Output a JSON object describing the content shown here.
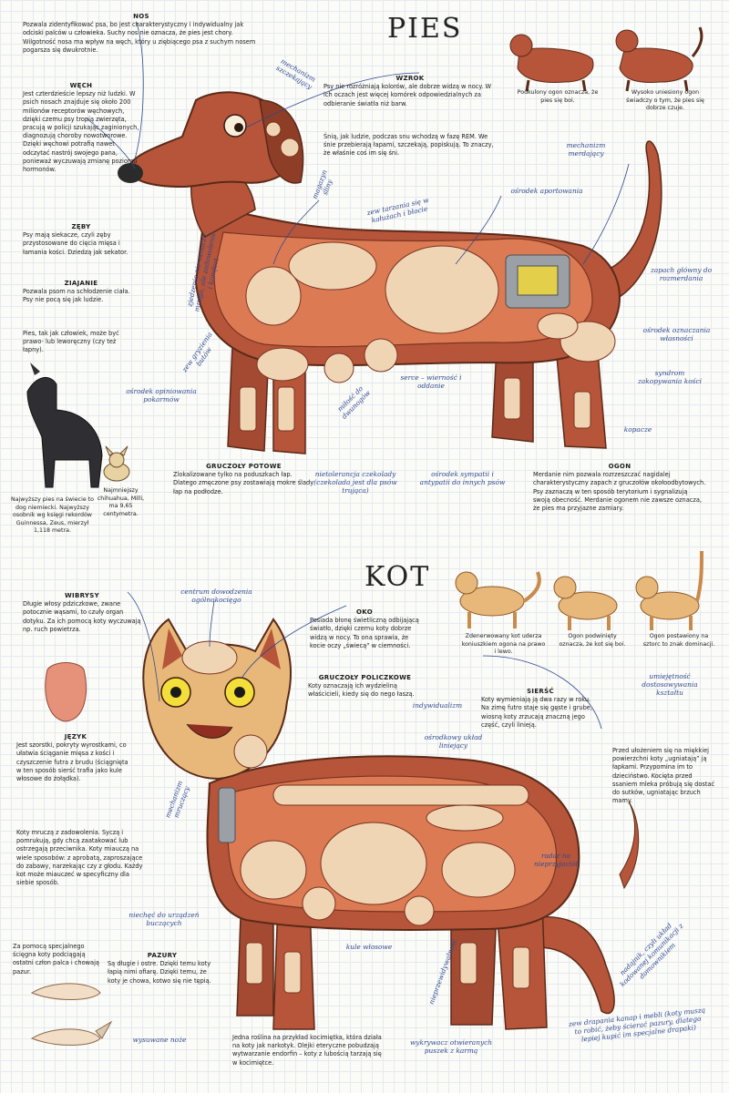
{
  "dog": {
    "title": "PIES",
    "notes": {
      "nos_title": "NOS",
      "nos_body": "Pozwala zidentyfikować psa, bo jest charakterystyczny i indywidualny jak odciski palców u człowieka. Suchy nos nie oznacza, że pies jest chory. Wilgotność nosa ma wpływ na węch, który u ziębiącego psa z suchym nosem pogarsza się dwukrotnie.",
      "wech_title": "WĘCH",
      "wech_body": "Jest czterdzieście lepszy niż ludzki. W psich nosach znajduje się około 200 milionów receptorów węchowych, dzięki czemu psy tropią zwierzęta, pracują w policji szukając zaginionych, diagnozują choroby nowotworowe. Dzięki węchowi potrafią nawet odczytać nastrój swojego pana, ponieważ wyczuwają zmianę poziomu hormonów.",
      "zeby_title": "ZĘBY",
      "zeby_body": "Psy mają siekacze, czyli zęby przystosowane do cięcia mięsa i łamania kości. Dziedzą jak sekator.",
      "ziajanie_title": "ZIAJANIE",
      "ziajanie_body": "Pozwala psom na schłodzenie ciała. Psy nie pocą się jak ludzie.",
      "teeth_vision": "Pies, tak jak człowiek, może być prawo- lub leworęczny (czy też łapny).",
      "wzrok_title": "WZROK",
      "wzrok_body": "Psy nie rozróżniają kolorów, ale dobrze widzą w nocy. W ich oczach jest więcej komórek odpowiedzialnych za odbieranie światła niż barw.",
      "sen_body": "Śnią, jak ludzie, podczas snu wchodzą w fazę REM. We śnie przebierają łapami, szczekają, popiskują. To znaczy, że właśnie coś im się śni.",
      "gruczoly_title": "GRUCZOŁY POTOWE",
      "gruczoly_body": "Zlokalizowane tylko na poduszkach łap. Dlatego zmęczone psy zostawiają mokre ślady łap na podłodze.",
      "ogon_title": "OGON",
      "ogon_body": "Merdanie nim pozwala rozrzeszczać nagidalej charakterystyczny zapach z gruczołów okołoodbytowych. Psy zaznaczą w ten sposób terytorium i sygnalizują swoją obecność. Merdanie ogonem nie zawsze oznacza, że pies ma przyjazne zamiary.",
      "tail_up": "Podkulony ogon oznacza, że pies się boi.",
      "tail_down": "Wysoko uniesiony ogon świadczy o tym, że pies się dobrze czuje.",
      "big_dog": "Najwyższy pies na świecie to dog niemiecki. Najwyższy osobnik wg księgi rekordów Guinnessa, Zeus, mierzył 1,118 metra.",
      "small_dog": "Najmniejszy chihuahua, Milli, ma 9,65 centymetra."
    },
    "labels": {
      "mechanizm_szczekajacy": "mechanizm szczekający",
      "magazyn_sliny": "magazyn śliny",
      "zew_tarzania": "zew tarzania się w kałużach i błocie",
      "osrodek_aportowania": "ośrodek aportowania",
      "mechanizm_merdajacy": "mechanizm merdający",
      "zapach_glowny": "zapach główny do rozmerdania",
      "osrodek_wlasnosci": "ośrodek oznaczania własności",
      "syndrom_kosci": "syndrom zakopywania kości",
      "kopacze": "kopacze",
      "zjedzenie": "zjedzenie nie oznacza mruga, ale zadowolenie i komfort",
      "zew_gryzienia": "zew gryzienia butów",
      "osrodek_opiniowania": "ośrodek opiniowania pokarmów",
      "serce": "serce – wierność i oddanie",
      "milosc": "miłość do dwunogów",
      "nietolerancja": "nietolerancja czekolady (czekolada jest dla psów trująca)",
      "osrodek_sympatii": "ośrodek sympatii i antypatii do innych psów"
    }
  },
  "cat": {
    "title": "KOT",
    "notes": {
      "wibrysy_title": "WIBRYSY",
      "wibrysy_body": "Długie włosy pdziczkowe, zwane potocznie wąsami, to czuły organ dotyku. Za ich pomocą koty wyczuwają np. ruch powietrza.",
      "jezyk_title": "JĘZYK",
      "jezyk_body": "Jest szorstki, pokryty wyrostkami, co ułatwia ściąganie mięsa z kości i czyszczenie futra z brudu (ściągnięta w ten sposób sierść trafia jako kule włosowe do żołądka).",
      "mruczenie": "Koty mruczą z zadowolenia. Syczą i pomrukują, gdy chcą zaatakować lub ostrzegają przeciwnika. Koty miauczą na wiele sposobów: z aprobatą, zaproszające do zabawy, narzekając czy z głodu. Każdy kot może miauczeć w specyficzny dla siebie sposób.",
      "oko_title": "OKO",
      "oko_body": "Posiada błonę świetliczną odbijającą światło, dzięki czemu koty dobrze widzą w nocy. To ona sprawia, że kocie oczy „świecą” w ciemności.",
      "policzkowe_title": "GRUCZOŁY POLICZKOWE",
      "policzkowe_body": "Koty oznaczają ich wydzieliną właścicieli, kiedy się do nego łaszą.",
      "siersc_title": "SIERŚĆ",
      "siersc_body": "Koty wymieniają ją dwa razy w roku. Na zimę futro staje się gęste i grube, wiosną koty zrzucają znaczną jego część, czyli linieją.",
      "ugniatanie": "Przed ułożeniem się na miękkiej powierzchni koty „ugniatają” ją łapkami. Przypomina im to dzieciństwo. Kocięta przed ssaniem mleka próbują się dostać do sutków, ugniatając brzuch mamy.",
      "pazury_title": "PAZURY",
      "pazury_body": "Są długie i ostre. Dzięki temu koty łapią nimi ofiarę. Dzięki temu, że koty je chowa, kotwo się nie tępią.",
      "pazury_left": "Za pomocą specjalnego ścięgna koty podciągają ostatni człon palca i chowają pazur.",
      "kocimietka": "Jedna roślina na przykład kocimiętka, która działa na koty jak narkotyk. Olejki eteryczne pobudzają wytwarzanie endorfin – koty z lubością tarzają się w kocimiętce.",
      "tail_front": "Zdenerwowany kot uderza koniuszkiem ogona na prawo i lewo.",
      "tail_mid": "Ogon podwinięty oznacza, że kot się boi.",
      "tail_up": "Ogon postawiony na sztorc to znak dominacji."
    },
    "labels": {
      "centrum": "centrum dowodzenia ogólnokocięgo",
      "indywidualizm": "indywidualizm",
      "osrodkowy": "ośrodkowy układ liniejący",
      "umiejetnosc": "umiejętność dostosowywania kształtu",
      "mechanizm_mruczacy": "mechanizm mruczący",
      "radar": "radar na nieprzyjaciół",
      "niechec": "niechęć do urządzeń buczących",
      "kule": "kule włosowe",
      "nieprzewidywalnosc": "nieprzewidywalność",
      "nadajnik": "nadajnik, czyli układ kodowanej komunikacji z domownikiem",
      "wysuwane": "wysuwane noże",
      "wykrywacz": "wykrywacz otwieranych puszek z karmą",
      "zew_drapania": "zew drapania kanap i mebli (koty muszą to robić, żeby ścierać pazury, dlatego lepiej kupić im specjalne drapaki)"
    }
  },
  "colors": {
    "body_brown": "#b6553a",
    "inner_orange": "#dc7a53",
    "organ_cream": "#f0d5b5",
    "ink_blue": "#2f4a8f",
    "cat_stripe": "#c98a4c",
    "cat_fur": "#e8b87a"
  }
}
